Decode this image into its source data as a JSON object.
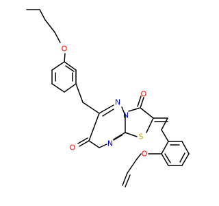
{
  "structure": {
    "atoms": {
      "o_ether_top": {
        "symbol": "O",
        "color": "#ff0000"
      },
      "o_carbonyl_right": {
        "symbol": "O",
        "color": "#ff0000"
      },
      "o_carbonyl_left": {
        "symbol": "O",
        "color": "#ff0000"
      },
      "o_allyloxy": {
        "symbol": "O",
        "color": "#ff0000"
      },
      "n_upper": {
        "symbol": "N",
        "color": "#0000ff"
      },
      "n_bridge": {
        "symbol": "N",
        "color": "#0000ff"
      },
      "n_lower": {
        "symbol": "N",
        "color": "#0000ff"
      },
      "s_thiazole": {
        "symbol": "S",
        "color": "#c8a400"
      }
    }
  }
}
